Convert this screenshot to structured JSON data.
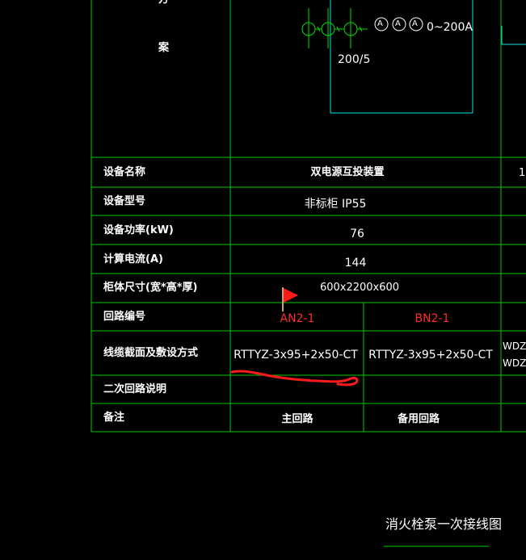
{
  "drawing": {
    "scheme_chars": [
      "方",
      "案"
    ],
    "meter_symbols": [
      "A",
      "A",
      "A"
    ],
    "ammeter_range": "0~200A",
    "ct_ratio": "200/5",
    "title": "消火栓泵一次接线图"
  },
  "table": {
    "rows": [
      {
        "label": "设备名称",
        "values": [
          "双电源互投装置"
        ]
      },
      {
        "label": "设备型号",
        "values": [
          "非标柜 IP55"
        ]
      },
      {
        "label": "设备功率(kW)",
        "values": [
          "76"
        ]
      },
      {
        "label": "计算电流(A)",
        "values": [
          "144"
        ]
      },
      {
        "label": "柜体尺寸(宽*高*厚)",
        "values": [
          "600x2200x600"
        ]
      },
      {
        "label": "回路编号",
        "values": [
          "AN2-1",
          "BN2-1"
        ]
      },
      {
        "label": "线缆截面及敷设方式",
        "values": [
          "RTTYZ-3x95+2x50-CT",
          "RTTYZ-3x95+2x50-CT"
        ]
      },
      {
        "label": "二次回路说明",
        "values": [
          "",
          ""
        ]
      },
      {
        "label": "备注",
        "values": [
          "主回路",
          "备用回路"
        ]
      }
    ],
    "right_edge": {
      "device_name": "1",
      "cable_lines": [
        "WDZN",
        "WDZI"
      ]
    }
  },
  "colors": {
    "grid": "#00cc00",
    "cyan": "#00e5e5",
    "circuit_id": "#ff2a2a",
    "annotation": "#ff1a1a"
  }
}
